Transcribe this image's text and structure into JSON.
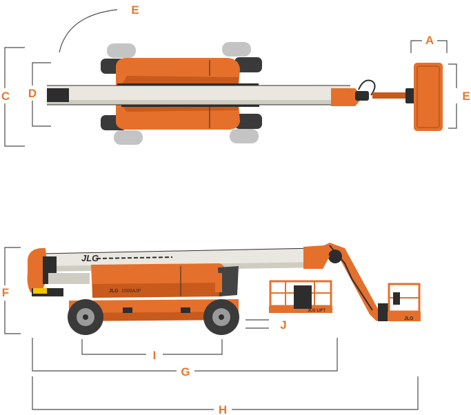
{
  "colors": {
    "accent": "#E8772E",
    "dimension_line": "#4a4a4a",
    "machine_orange": "#E4702C",
    "machine_dark_orange": "#C85A1C",
    "tire": "#3a3a3a",
    "tire_ghost": "#c4c4c4",
    "boom": "#e9e7df",
    "boom_shade": "#cfccc2",
    "metal": "#2d2d2d",
    "panel": "#444444"
  },
  "labels": {
    "A": "A",
    "B": "E",
    "C": "C",
    "D": "D",
    "E": "E",
    "F": "F",
    "G": "G",
    "H": "H",
    "I": "I",
    "J": "J"
  },
  "machine_text": {
    "brand": "JLG",
    "model": "1500AJP",
    "platform_badge": "JLG LIFT"
  }
}
